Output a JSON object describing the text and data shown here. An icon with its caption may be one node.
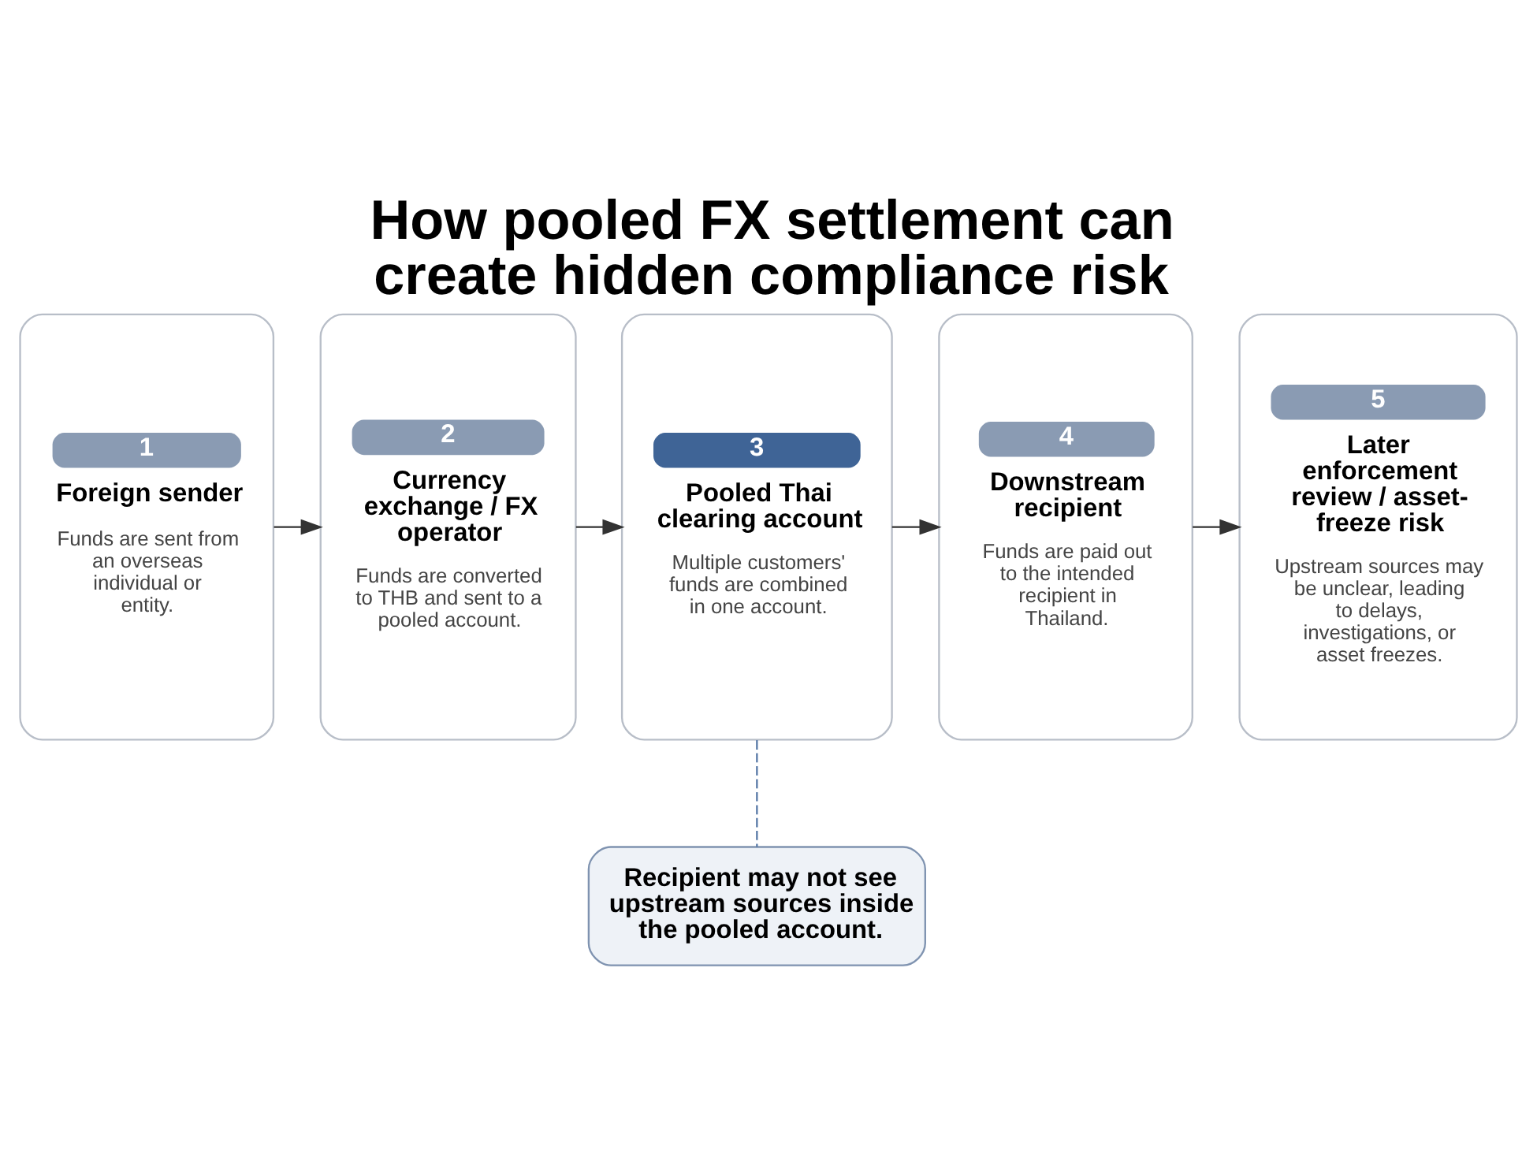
{
  "diagram": {
    "title": "How pooled FX settlement can create hidden compliance risk",
    "nodes": [
      {
        "text": [
          "1",
          "Foreign sender",
          "Funds are sent from an overseas individual or entity."
        ]
      },
      {
        "text": [
          "2",
          "Currency exchange / FX operator",
          "Funds are converted to THB and sent to a pooled account."
        ]
      },
      {
        "text": [
          "3",
          "Pooled Thai clearing account",
          "Multiple customers' funds are combined in one account."
        ]
      },
      {
        "text": [
          "4",
          "Downstream recipient",
          "Funds are paid out to the intended recipient in Thailand."
        ]
      },
      {
        "text": [
          "5",
          "Later enforcement review / asset-freeze risk",
          "Upstream sources may be unclear, leading to delays, investigations, or asset freezes."
        ]
      },
      {
        "text": [
          "Recipient may not see upstream sources inside the pooled account."
        ]
      }
    ],
    "edges": [
      {
        "from": 0,
        "to": 1,
        "arrow": "to"
      },
      {
        "from": 1,
        "to": 2,
        "arrow": "to"
      },
      {
        "from": 2,
        "to": 3,
        "arrow": "to"
      },
      {
        "from": 3,
        "to": 4,
        "arrow": "to"
      },
      {
        "from": 2,
        "to": 5,
        "arrow": "none",
        "style": "dashed",
        "color": "#5a7ba8"
      }
    ]
  }
}
